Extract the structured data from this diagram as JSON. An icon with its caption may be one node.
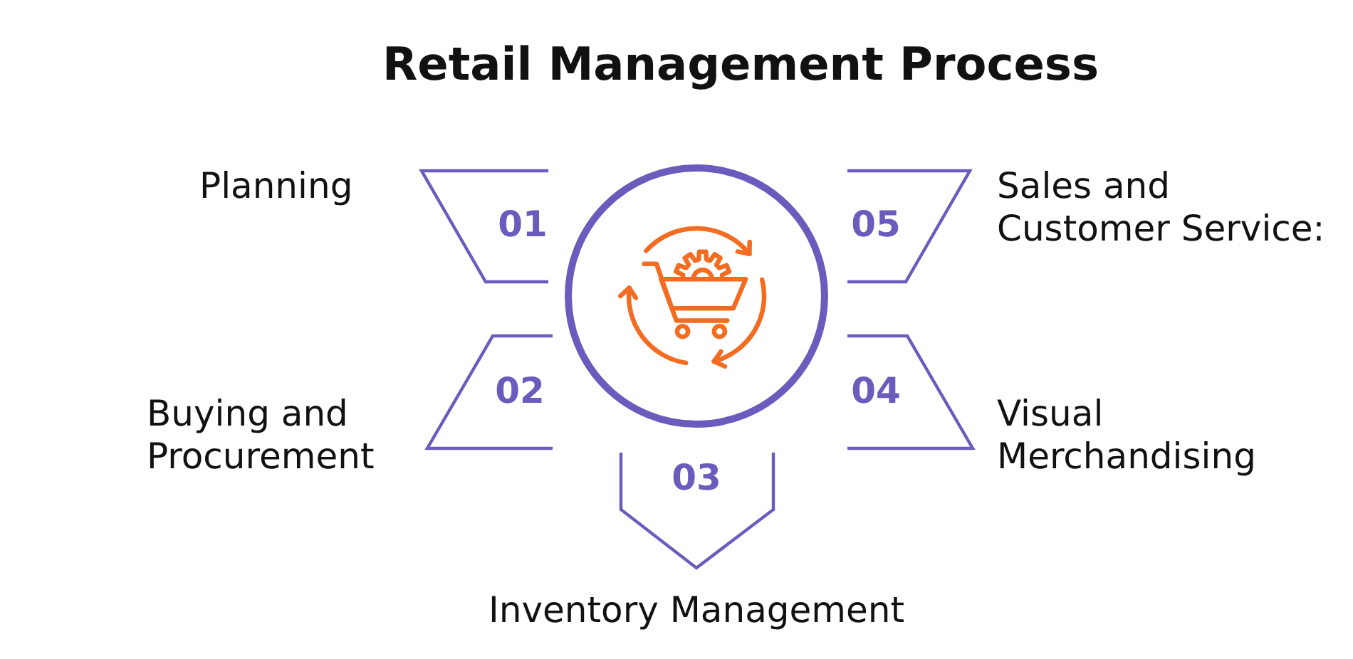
{
  "diagram": {
    "title": "Retail Management Process",
    "nodes": [
      {
        "text": [],
        "shape": "circle"
      },
      {
        "text": [
          "01"
        ],
        "beside": [
          "Planning"
        ]
      },
      {
        "text": [
          "02"
        ],
        "beside": [
          "Buying and Procurement"
        ]
      },
      {
        "text": [
          "03"
        ],
        "beside": [
          "Inventory Management"
        ]
      },
      {
        "text": [
          "04"
        ],
        "beside": [
          "Visual Merchandising"
        ]
      },
      {
        "text": [
          "05"
        ],
        "beside": [
          "Sales and Customer Service:"
        ]
      }
    ]
  }
}
